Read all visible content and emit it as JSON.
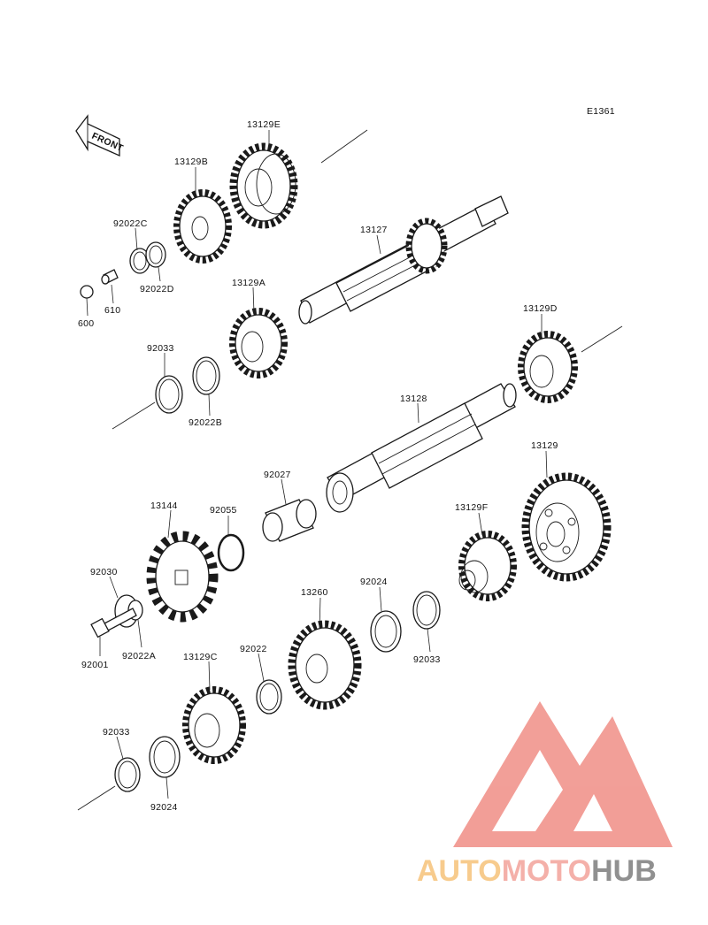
{
  "diagram_code": "E1361",
  "front_label": "FRONT",
  "parts": {
    "p13129E": "13129E",
    "p13129B": "13129B",
    "p92022C": "92022C",
    "p92022D": "92022D",
    "p610": "610",
    "p600": "600",
    "p13127": "13127",
    "p13129A": "13129A",
    "p92033_top": "92033",
    "p92022B": "92022B",
    "p13129D": "13129D",
    "p13128": "13128",
    "p13129": "13129",
    "p92027": "92027",
    "p13144": "13144",
    "p92055": "92055",
    "p13129F": "13129F",
    "p92030": "92030",
    "p92022A": "92022A",
    "p92001": "92001",
    "p13260": "13260",
    "p92024_mid": "92024",
    "p92033_mid": "92033",
    "p92022": "92022",
    "p13129C": "13129C",
    "p92033_bot": "92033",
    "p92024_bot": "92024"
  },
  "watermark": {
    "auto": "AUTO",
    "moto": "MOTO",
    "hub": "HUB",
    "colors": {
      "triangle": "#f08e86",
      "auto": "#f6c27a",
      "moto": "#f3a39b",
      "hub": "#7d7d7d"
    }
  }
}
